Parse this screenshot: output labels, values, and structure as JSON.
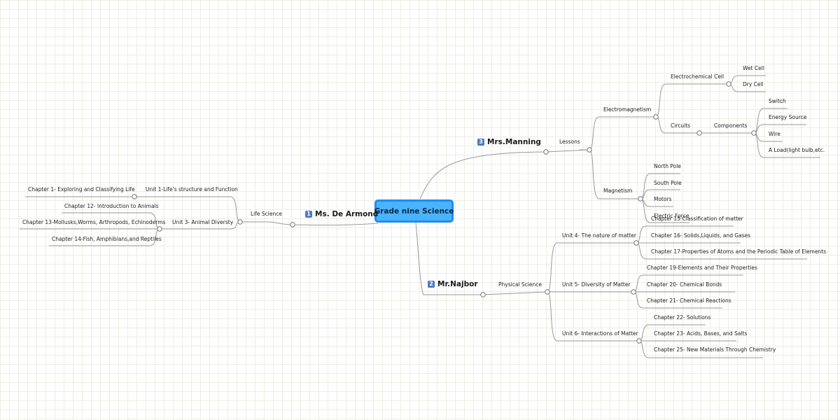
{
  "root": "Grade nine Science",
  "teachers": {
    "de_armond": {
      "badge": "1",
      "name": "Ms. De Armond",
      "subject": "Life Science",
      "unit1": {
        "label": "Unit 1-Life's structure and Function",
        "chapters": [
          "Chapter 1- Exploring and Classifying Life"
        ]
      },
      "unit3": {
        "label": "Unit 3-  Animal Diversty",
        "chapters": [
          "Chapter 12- Introduction to Animals",
          "Chapter 13-Mollusks,Worms, Arthropods, Echinoderms",
          "Chapter 14-Fish, Amphibians,and Reptiles"
        ]
      }
    },
    "najbor": {
      "badge": "2",
      "name": "Mr.Najbor",
      "subject": "Physical Science",
      "unit4": {
        "label": "Unit 4- The nature of matter",
        "chapters": [
          "Chapter 15-Classification of matter",
          "Chapter 16- Solids,Liquids, and Gases",
          "Chapter 17-Properties of Atoms and the Periodic Table of Elements"
        ]
      },
      "unit5": {
        "label": "Unit 5- Diversity of Matter",
        "chapters": [
          "Chapter 19-Elements and Their Properties",
          "Chapter 20- Chemical Bonds",
          "Chapter 21- Chemical Reactions"
        ]
      },
      "unit6": {
        "label": "Unit 6- Interactions of Matter",
        "chapters": [
          "Chapter 22- Solutions",
          "Chapter 23- Acids, Bases, and Salts",
          "Chapter 25- New Materials Through Chemistry"
        ]
      }
    },
    "manning": {
      "badge": "3",
      "name": "Mrs.Manning",
      "subject": "Lessons",
      "electromagnetism": {
        "label": "Electromagnetism",
        "electrochemical_cell": {
          "label": "Electrochemical Cell",
          "items": [
            "Wet Cell",
            "Dry Cell"
          ]
        },
        "circuits": {
          "label": "Circuits",
          "components": {
            "label": "Components",
            "items": [
              "Switch",
              "Energy Source",
              "Wire",
              "A Load(light bulb,etc."
            ]
          }
        }
      },
      "magnetism": {
        "label": "Magnetism",
        "items": [
          "North Pole",
          "South Pole",
          "Motors",
          "Electric Force"
        ]
      }
    }
  },
  "colors": {
    "root_fill": "#4ab3ff",
    "root_border": "#1e8cf0",
    "badge": "#4f79c0",
    "line": "#9a9a9a"
  }
}
